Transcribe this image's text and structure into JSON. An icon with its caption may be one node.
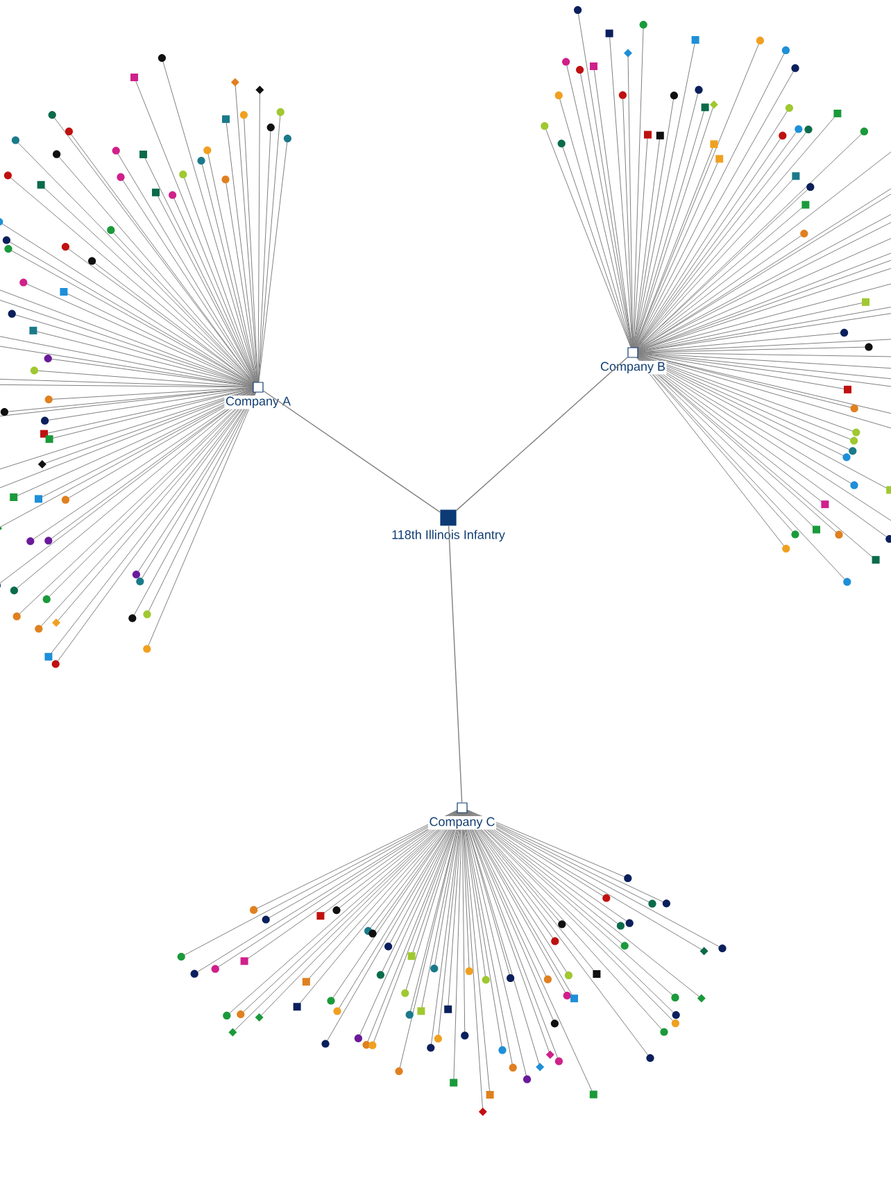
{
  "diagram": {
    "nodes": [
      {
        "text": [
          "Company A"
        ]
      },
      {
        "text": [
          "Company B"
        ]
      },
      {
        "text": [
          "118th Illinois Infantry"
        ]
      },
      {
        "text": [
          "Company C"
        ]
      }
    ],
    "edges": [
      {
        "from": 2,
        "to": 0,
        "arrow": "none"
      },
      {
        "from": 2,
        "to": 1,
        "arrow": "none"
      },
      {
        "from": 2,
        "to": 3,
        "arrow": "none"
      }
    ]
  }
}
